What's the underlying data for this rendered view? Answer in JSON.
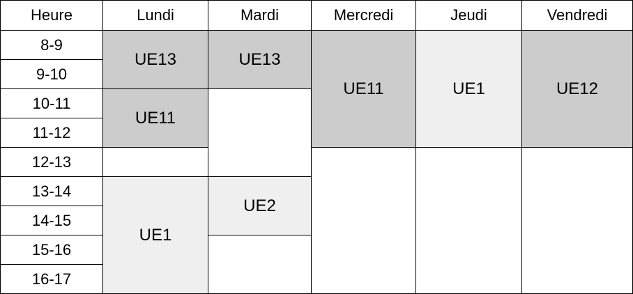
{
  "header": {
    "hour": "Heure",
    "monday": "Lundi",
    "tuesday": "Mardi",
    "wednesday": "Mercredi",
    "thursday": "Jeudi",
    "friday": "Vendredi"
  },
  "hours": [
    "8-9",
    "9-10",
    "10-11",
    "11-12",
    "12-13",
    "13-14",
    "14-15",
    "15-16",
    "16-17"
  ],
  "courses": {
    "monday_8_10": "UE13",
    "monday_10_12": "UE11",
    "monday_13_17": "UE1",
    "tuesday_8_10": "UE13",
    "tuesday_13_15": "UE2",
    "wednesday_8_12": "UE11",
    "thursday_8_12": "UE1",
    "friday_8_12": "UE12"
  },
  "colors": {
    "dark": "#cccccc",
    "light": "#efefef",
    "white": "#ffffff",
    "border": "#000000"
  }
}
